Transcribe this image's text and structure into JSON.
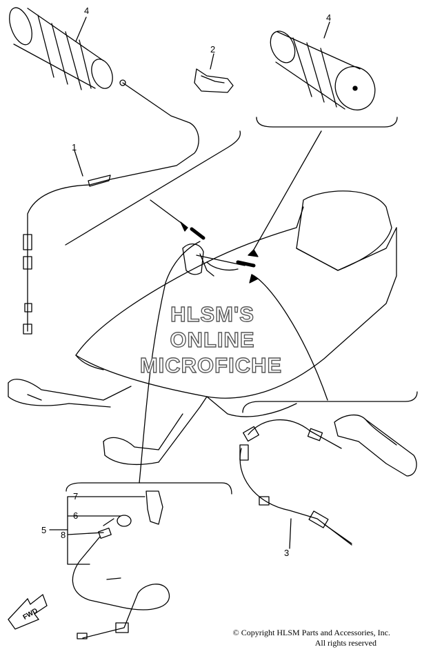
{
  "callouts": [
    "1",
    "2",
    "3",
    "4",
    "4",
    "5",
    "6",
    "7",
    "8"
  ],
  "watermark": [
    "HLSM'S",
    "ONLINE",
    "MICROFICHE"
  ],
  "fwd_label": "FWD",
  "copyright": {
    "line1": "© Copyright HLSM Parts and Accessories, Inc.",
    "line2": "All rights reserved"
  }
}
